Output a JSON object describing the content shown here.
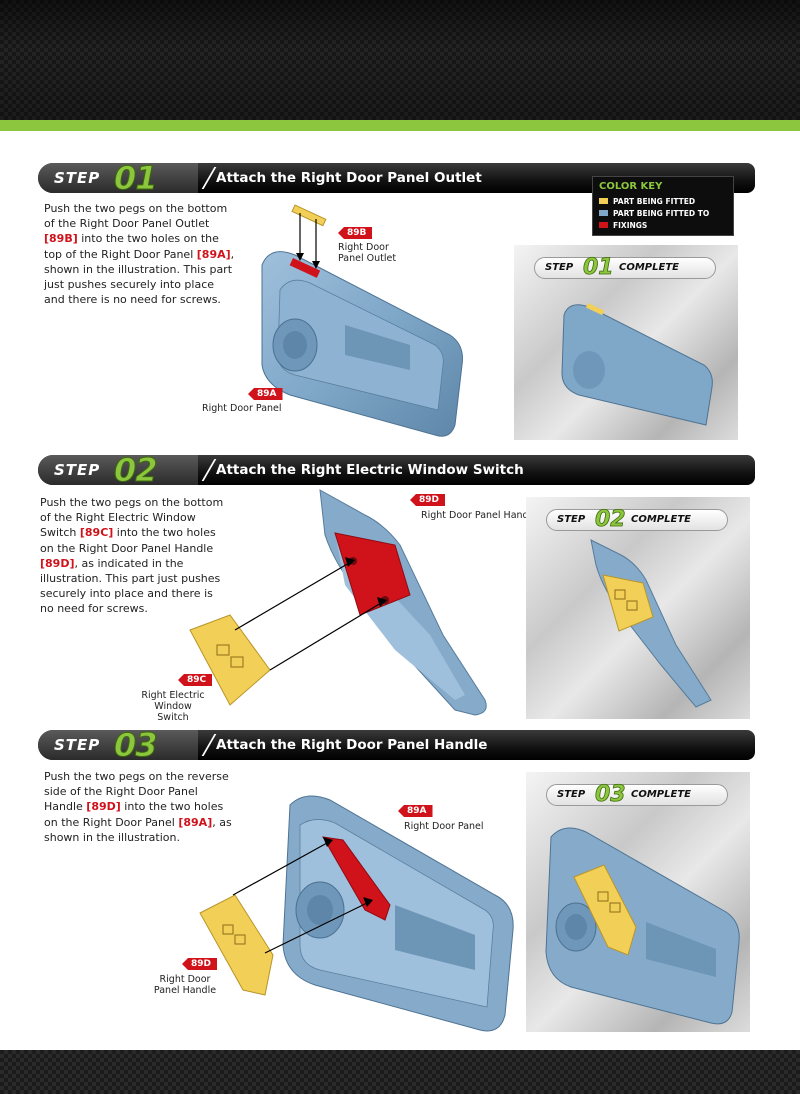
{
  "colors": {
    "accent_green": "#8cc63f",
    "part_being_fitted": "#f2cf56",
    "part_being_fitted_to": "#7fa7c8",
    "fixings": "#d0121b"
  },
  "color_key": {
    "title": "COLOR KEY",
    "items": [
      "PART BEING FITTED",
      "PART BEING FITTED TO",
      "FIXINGS"
    ]
  },
  "steps": [
    {
      "word": "STEP",
      "number": "01",
      "title": "Attach the Right Door Panel Outlet",
      "instruction": {
        "t1": "Push the two pegs on the bottom of the Right Door Panel Outlet ",
        "r1": "[89B]",
        "t2": " into the two holes on the top of the Right Door Panel ",
        "r2": "[89A]",
        "t3": ", shown in the illustration. This part just pushes securely into place and there is no need for screws."
      },
      "labels": [
        {
          "code": "89B",
          "name_line1": "Right Door",
          "name_line2": "Panel Outlet"
        },
        {
          "code": "89A",
          "name_line1": "Right Door Panel",
          "name_line2": ""
        }
      ],
      "complete": {
        "word1": "STEP",
        "number": "01",
        "word2": "COMPLETE"
      }
    },
    {
      "word": "STEP",
      "number": "02",
      "title": "Attach the Right Electric Window Switch",
      "instruction": {
        "t1": "Push the two pegs on the bottom of the Right Electric Window Switch ",
        "r1": "[89C]",
        "t2": " into the two holes on the Right Door Panel Handle ",
        "r2": "[89D]",
        "t3": ", as indicated in the illustration. This part just pushes securely into place and there is no need for screws."
      },
      "labels": [
        {
          "code": "89D",
          "name_line1": "Right Door Panel Handle",
          "name_line2": ""
        },
        {
          "code": "89C",
          "name_line1": "Right Electric",
          "name_line2": "Window Switch"
        }
      ],
      "complete": {
        "word1": "STEP",
        "number": "02",
        "word2": "COMPLETE"
      }
    },
    {
      "word": "STEP",
      "number": "03",
      "title": "Attach the Right Door Panel Handle",
      "instruction": {
        "t1": "Push the two pegs on the reverse side of the Right Door Panel Handle ",
        "r1": "[89D]",
        "t2": " into the two holes on the Right Door Panel ",
        "r2": "[89A]",
        "t3": ", as shown in the illustration."
      },
      "labels": [
        {
          "code": "89A",
          "name_line1": "Right Door Panel",
          "name_line2": ""
        },
        {
          "code": "89D",
          "name_line1": "Right Door",
          "name_line2": "Panel Handle"
        }
      ],
      "complete": {
        "word1": "STEP",
        "number": "03",
        "word2": "COMPLETE"
      }
    }
  ]
}
